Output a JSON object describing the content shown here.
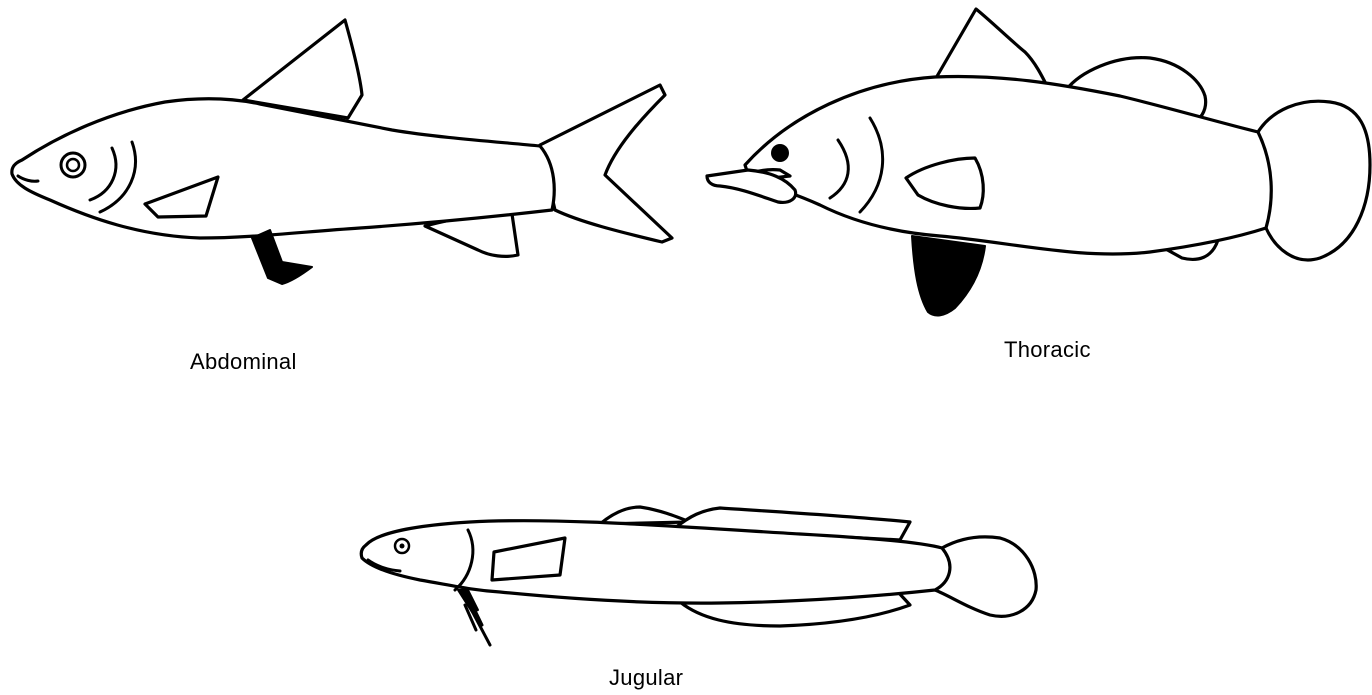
{
  "figure": {
    "illustrations": [
      {
        "label": "Abdominal",
        "pelvic_fin_position": "abdominal"
      },
      {
        "label": "Thoracic",
        "pelvic_fin_position": "thoracic"
      },
      {
        "label": "Jugular",
        "pelvic_fin_position": "jugular"
      }
    ],
    "colors": {
      "outline": "#000000",
      "pelvic_fin_fill": "#000000",
      "background": "#ffffff"
    }
  }
}
